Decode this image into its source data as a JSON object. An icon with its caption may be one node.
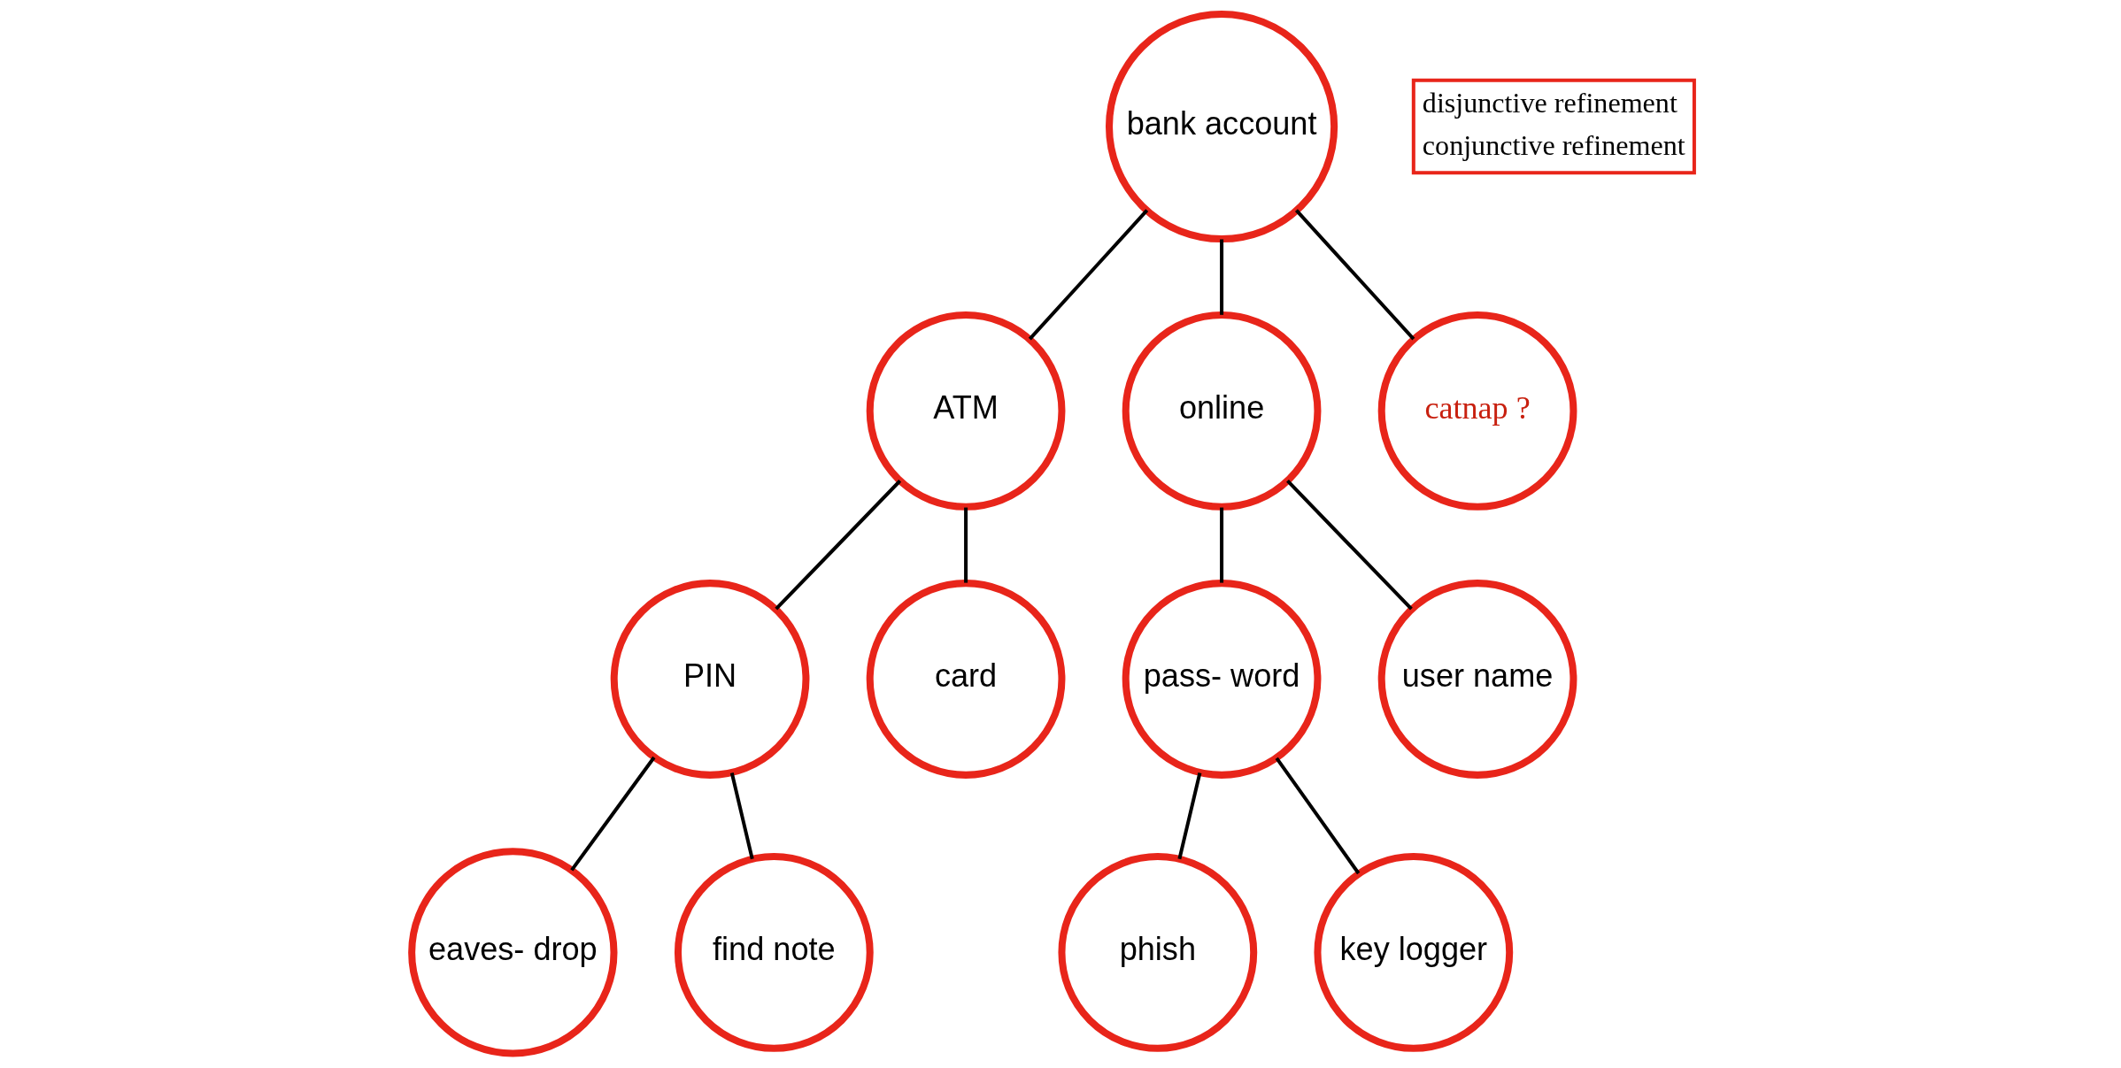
{
  "diagram": {
    "nodes": [
      {
        "text": [
          "bank account"
        ]
      },
      {
        "text": [
          "ATM"
        ]
      },
      {
        "text": [
          "online"
        ]
      },
      {
        "text": [
          "catnap ?"
        ]
      },
      {
        "text": [
          "PIN"
        ]
      },
      {
        "text": [
          "card"
        ]
      },
      {
        "text": [
          "pass- word"
        ]
      },
      {
        "text": [
          "user name"
        ]
      },
      {
        "text": [
          "eaves- drop"
        ]
      },
      {
        "text": [
          "find note"
        ]
      },
      {
        "text": [
          "phish"
        ]
      },
      {
        "text": [
          "key logger"
        ]
      }
    ],
    "edges": [
      {
        "from": 0,
        "to": 1,
        "arrow": "none"
      },
      {
        "from": 0,
        "to": 2,
        "arrow": "none"
      },
      {
        "from": 0,
        "to": 3,
        "arrow": "none"
      },
      {
        "from": 1,
        "to": 4,
        "arrow": "none"
      },
      {
        "from": 1,
        "to": 5,
        "arrow": "none"
      },
      {
        "from": 2,
        "to": 6,
        "arrow": "none"
      },
      {
        "from": 2,
        "to": 7,
        "arrow": "none"
      },
      {
        "from": 4,
        "to": 8,
        "arrow": "none"
      },
      {
        "from": 4,
        "to": 9,
        "arrow": "none"
      },
      {
        "from": 6,
        "to": 10,
        "arrow": "none"
      },
      {
        "from": 6,
        "to": 11,
        "arrow": "none"
      }
    ],
    "legend": [
      {
        "text": "disjunctive refinement"
      },
      {
        "text": "conjunctive refinement"
      }
    ]
  }
}
